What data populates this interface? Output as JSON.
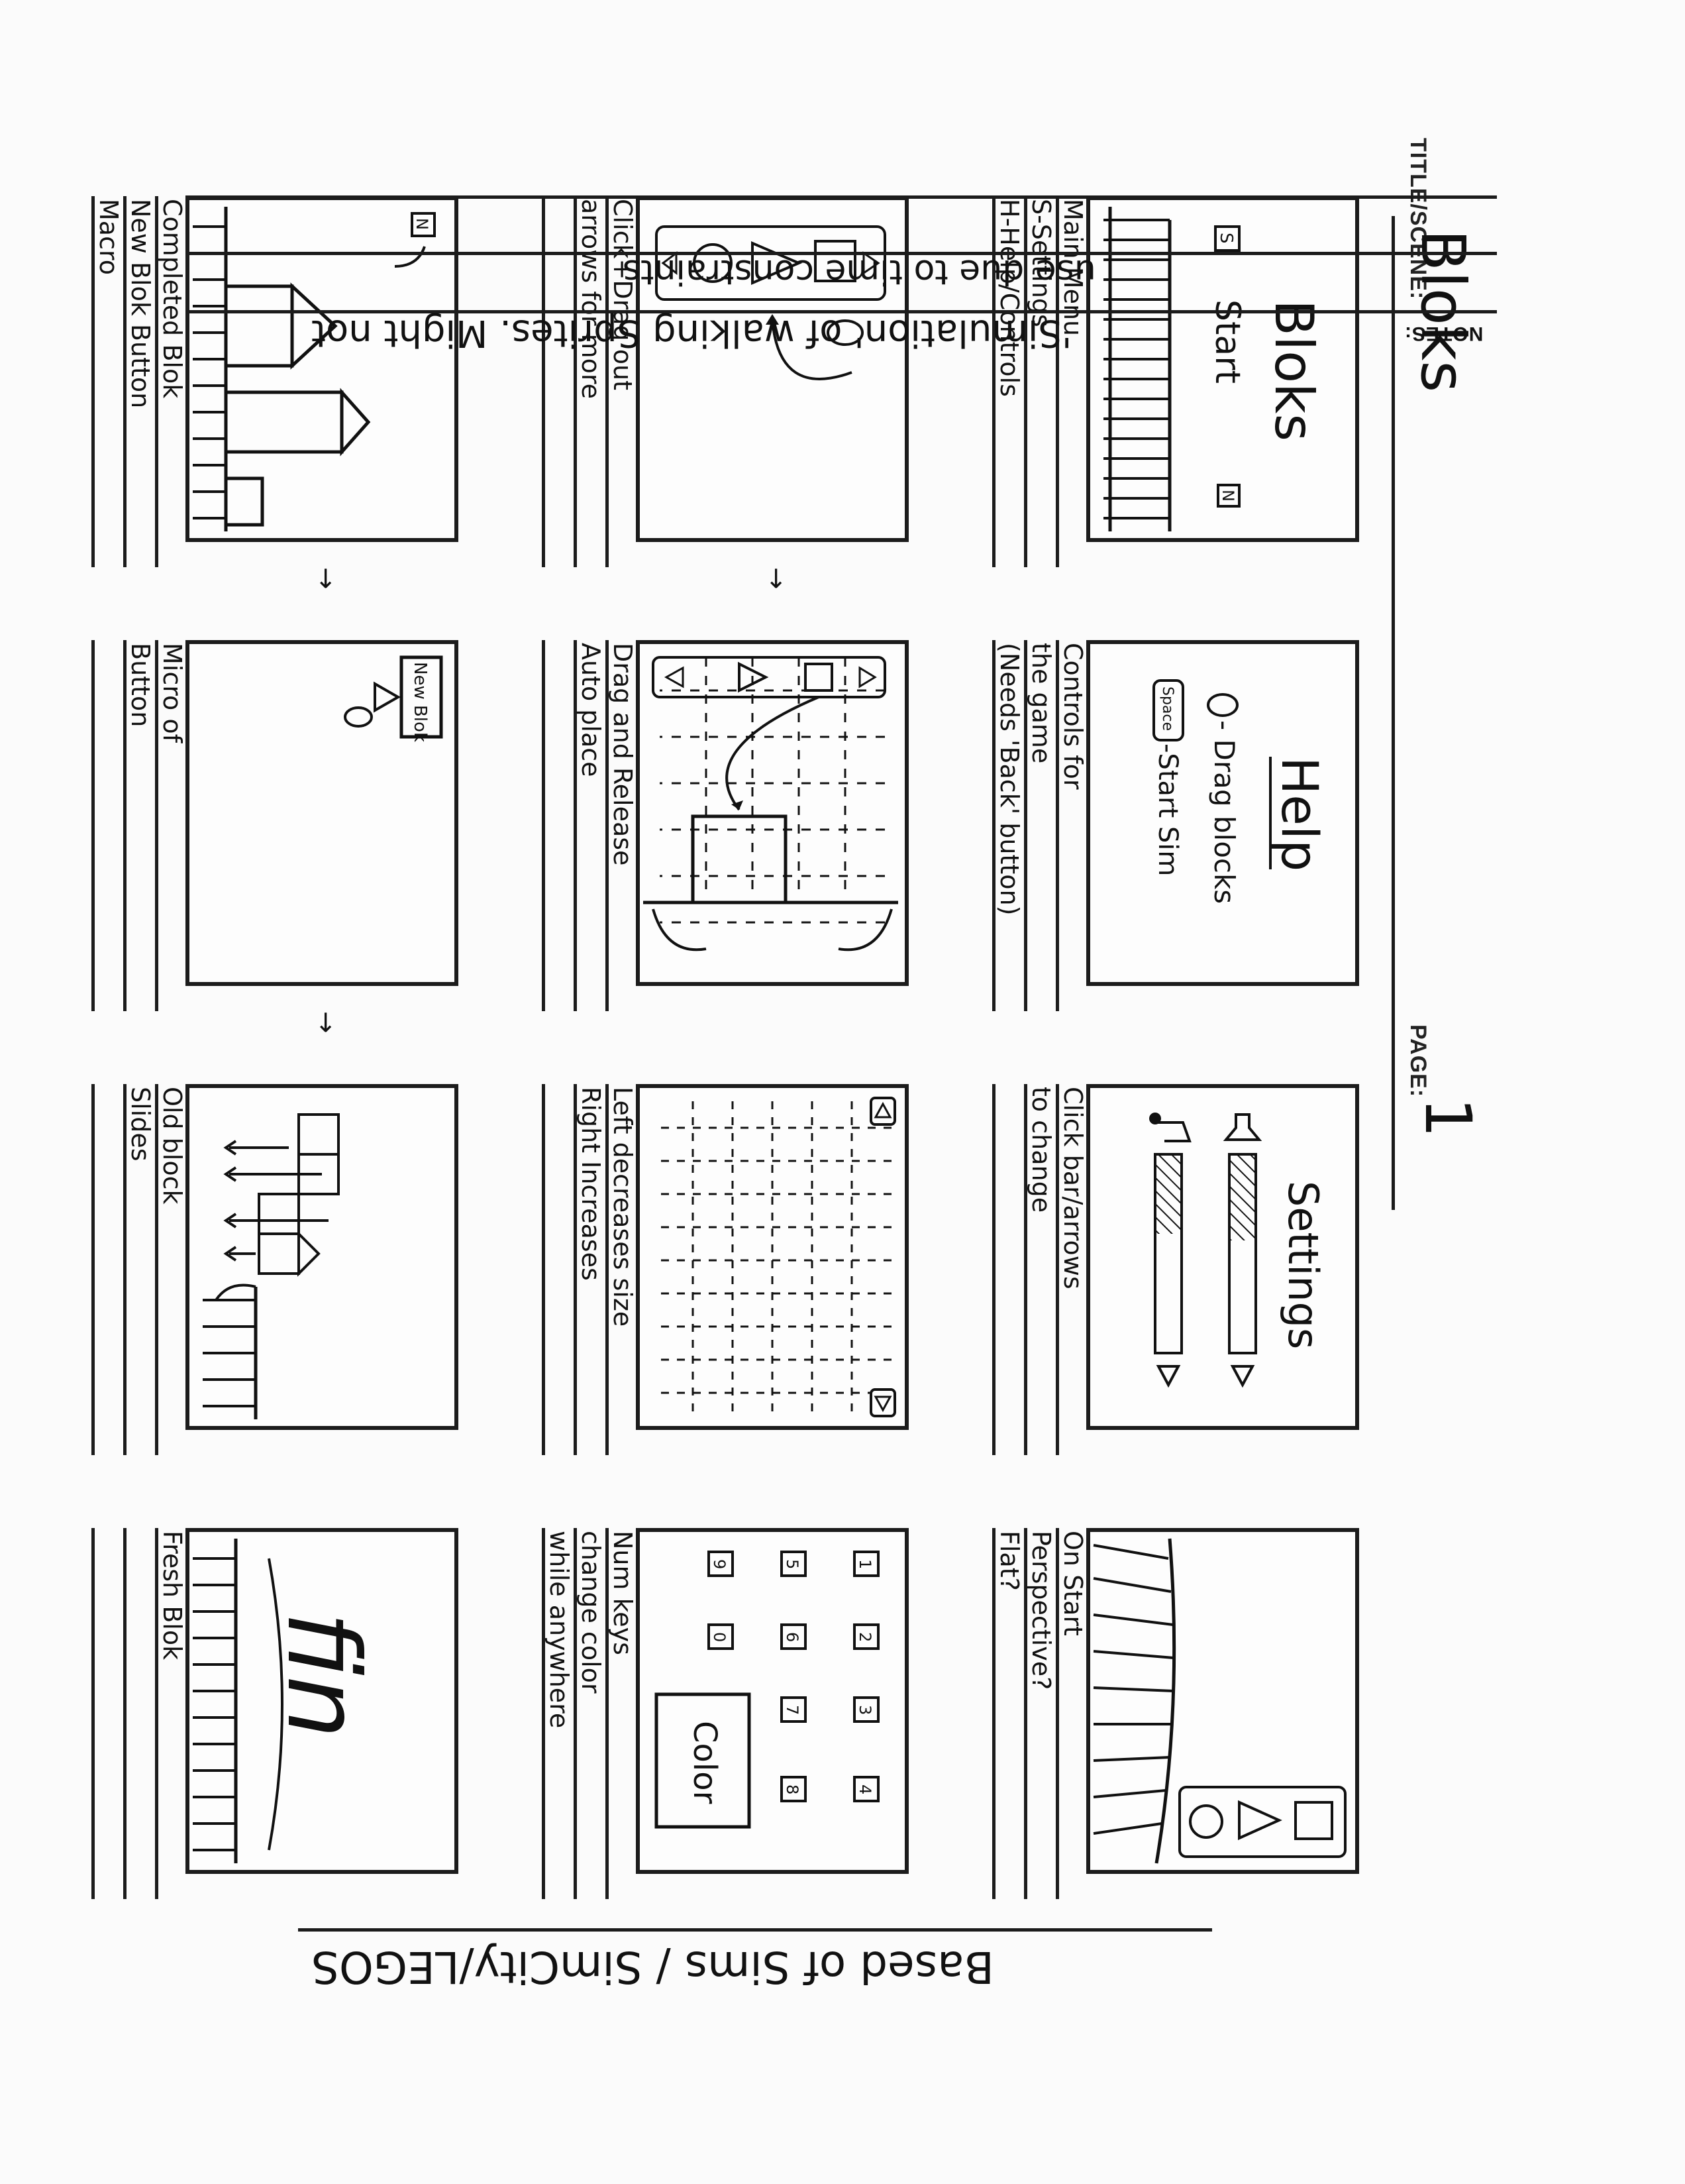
{
  "header": {
    "title_label": "TITLE/SCENE:",
    "title_value": "Bloks",
    "page_label": "PAGE:",
    "page_value": "1"
  },
  "frames": [
    {
      "screen": {
        "title": "Bloks",
        "start": "Start",
        "s_key": "S",
        "n_key": "N"
      },
      "caption": [
        "Main Menu",
        "S-Settings",
        "H-Help/Controls"
      ]
    },
    {
      "screen": {
        "title": "Help",
        "drag": "- Drag blocks",
        "space_key": "Space",
        "start_sim": "-Start Sim"
      },
      "caption": [
        "Controls for",
        "the game",
        "(Needs 'Back' button)"
      ]
    },
    {
      "screen": {
        "title": "Settings"
      },
      "caption": [
        "Click bar/arrows",
        "to change",
        ""
      ]
    },
    {
      "screen": {},
      "caption": [
        "On Start",
        "Perspective?",
        "Flat?"
      ]
    },
    {
      "screen": {},
      "caption": [
        "Click+Drag out",
        "arrows for more",
        ""
      ]
    },
    {
      "screen": {},
      "caption": [
        "Drag and Release",
        "Auto place",
        ""
      ]
    },
    {
      "screen": {},
      "caption": [
        "Left decreases size",
        "Right Increases",
        ""
      ]
    },
    {
      "screen": {
        "keys": [
          "1",
          "2",
          "3",
          "4",
          "5",
          "6",
          "7",
          "8",
          "9",
          "0"
        ],
        "color": "Color"
      },
      "caption": [
        "Num keys",
        "change color",
        "while anywhere"
      ]
    },
    {
      "screen": {
        "n_key": "N"
      },
      "caption": [
        "Completed Blok",
        "New Blok Button",
        "Macro"
      ]
    },
    {
      "screen": {
        "new_blok": "New Blok"
      },
      "caption": [
        "Micro of",
        "Button",
        ""
      ]
    },
    {
      "screen": {},
      "caption": [
        "Old block",
        "Slides",
        ""
      ]
    },
    {
      "screen": {
        "fin": "fin"
      },
      "caption": [
        "Fresh Blok",
        "",
        ""
      ]
    }
  ],
  "notes": {
    "label": "NOTES:",
    "lines": [
      "'Simulation' of walking Sprites. Might not",
      "use due to time constraints"
    ]
  },
  "side_note": "Based of Sims / SimCity/LEGOS"
}
